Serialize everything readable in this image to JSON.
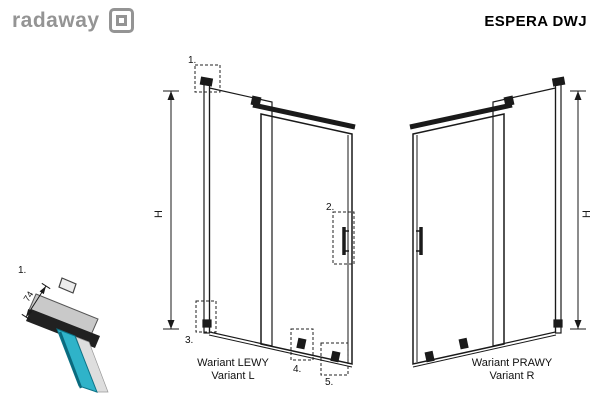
{
  "header": {
    "logo_text": "radaway",
    "title": "ESPERA DWJ"
  },
  "callouts": {
    "c1": "1.",
    "c2": "2.",
    "c3": "3.",
    "c4": "4.",
    "c5": "5."
  },
  "dimensions": {
    "height_left": "H",
    "height_right": "H",
    "detail_width": "74"
  },
  "variants": {
    "left": {
      "pl": "Wariant LEWY",
      "en": "Variant L"
    },
    "right": {
      "pl": "Wariant PRAWY",
      "en": "Variant R"
    }
  },
  "detail": {
    "callout": "1."
  },
  "colors": {
    "logo_gray": "#949494",
    "glass_teal": "#2fb3c9",
    "line": "#1a1a1a"
  }
}
